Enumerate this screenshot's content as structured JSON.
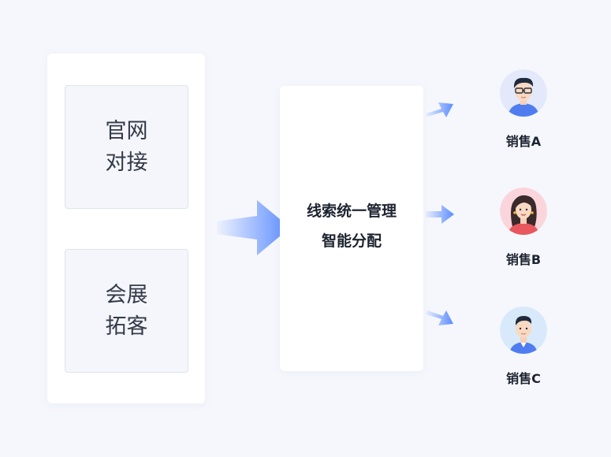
{
  "sources": [
    {
      "line1": "官网",
      "line2": "对接"
    },
    {
      "line1": "会展",
      "line2": "拓客"
    }
  ],
  "hub": {
    "line1": "线索统一管理",
    "line2": "智能分配"
  },
  "sales": [
    {
      "label": "销售A",
      "avatar_icon": "male-glasses-avatar-icon",
      "bg": "#e3e8fb"
    },
    {
      "label": "销售B",
      "avatar_icon": "female-avatar-icon",
      "bg": "#fbd5dc"
    },
    {
      "label": "销售C",
      "avatar_icon": "male-avatar-icon",
      "bg": "#d8e9fb"
    }
  ],
  "colors": {
    "arrow": "#5b8cff",
    "arrow_light": "#e8efff"
  }
}
